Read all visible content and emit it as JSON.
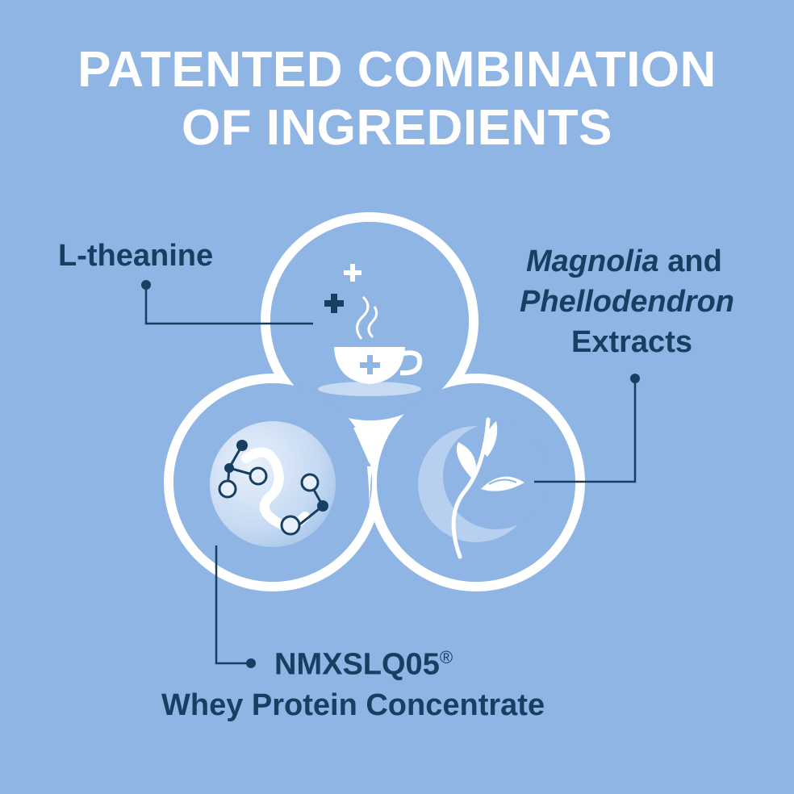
{
  "title": {
    "line1": "PATENTED COMBINATION",
    "line2": "OF INGREDIENTS"
  },
  "ingredients": {
    "ltheanine": "L-theanine",
    "magnolia_italic1": "Magnolia",
    "magnolia_and": " and",
    "magnolia_italic2": "Phellodendron",
    "magnolia_line3": "Extracts",
    "whey_line1": "NMXSLQ05",
    "whey_registered": "®",
    "whey_line2": "Whey Protein Concentrate"
  },
  "colors": {
    "background": "#8fb5e4",
    "label_text": "#163f62",
    "title_text": "#ffffff",
    "circle_outline": "#ffffff"
  },
  "icons": [
    "tea-cup-icon",
    "plus-icon",
    "molecule-icon",
    "leaf-icon"
  ]
}
